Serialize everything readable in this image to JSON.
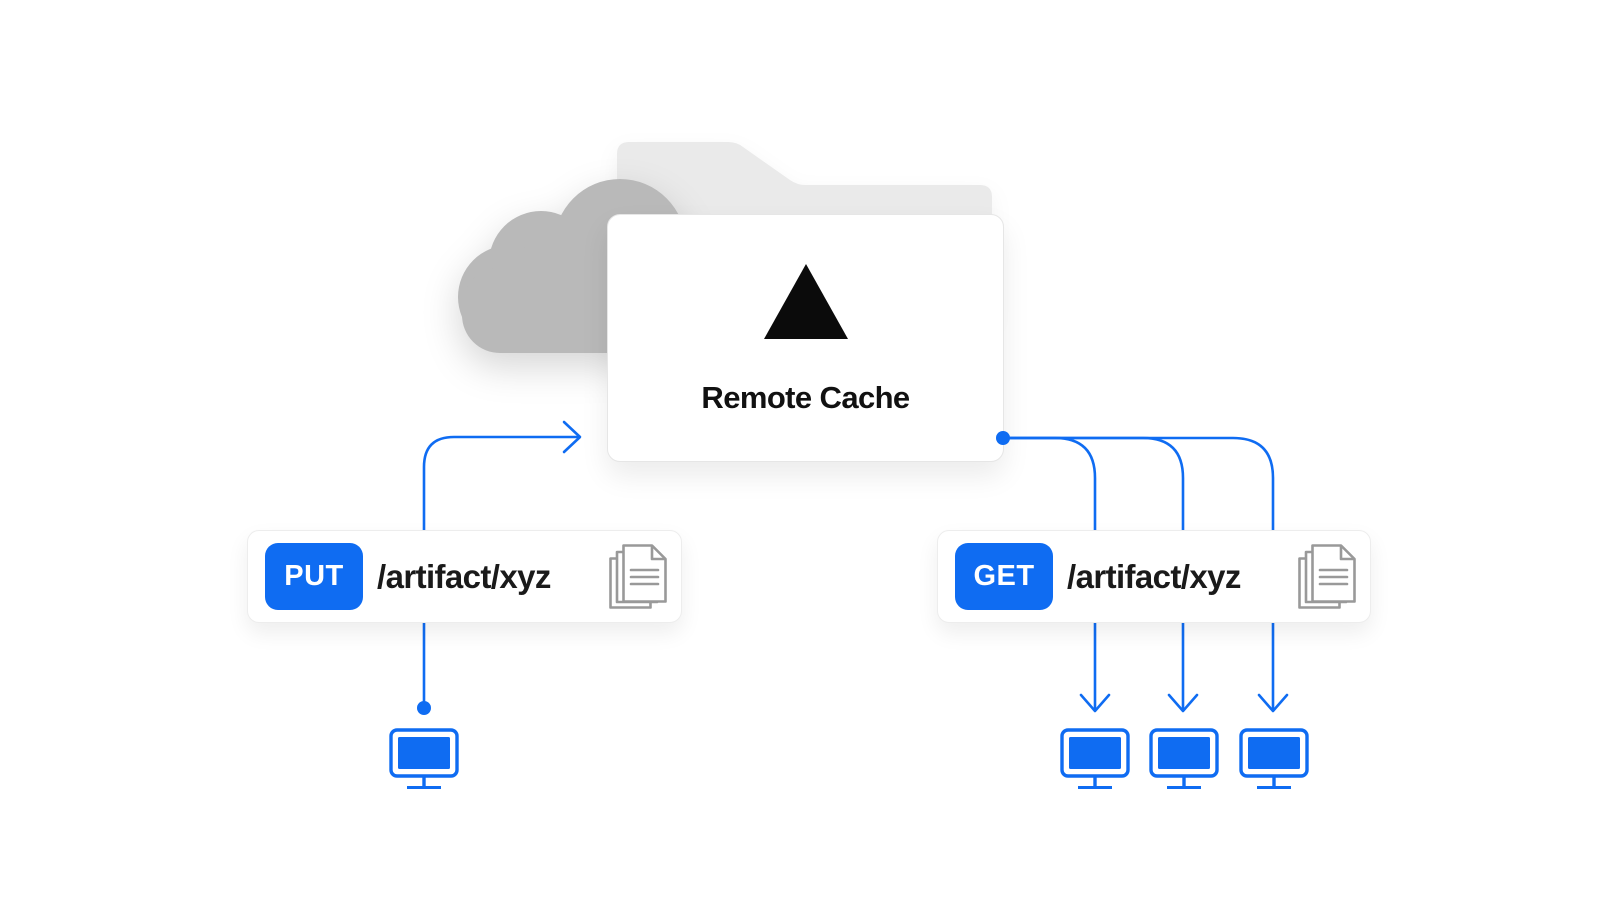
{
  "diagram": {
    "title_node": {
      "label": "Remote Cache",
      "logo": "vercel-triangle-icon"
    },
    "put_request": {
      "method": "PUT",
      "path": "/artifact/xyz",
      "attachment_icon": "files-icon"
    },
    "get_request": {
      "method": "GET",
      "path": "/artifact/xyz",
      "attachment_icon": "files-icon"
    },
    "clients": {
      "uploader_count": 1,
      "downloader_count": 3,
      "icon": "monitor-icon"
    },
    "background_shapes": [
      "cloud-icon",
      "folder-icon"
    ],
    "flows": [
      {
        "name": "put-flow",
        "from": "uploader-monitor",
        "to": "remote-cache-card",
        "arrowheads": 1
      },
      {
        "name": "get-flow",
        "from": "remote-cache-card",
        "to": "downloader-monitors",
        "arrowheads": 3
      }
    ]
  },
  "colors": {
    "accent_blue": "#0f6cf2",
    "cloud_gray": "#b9b9b9",
    "folder_gray": "#eaeaea",
    "icon_stroke_gray": "#999999",
    "text_black": "#111111",
    "card_white": "#ffffff"
  }
}
